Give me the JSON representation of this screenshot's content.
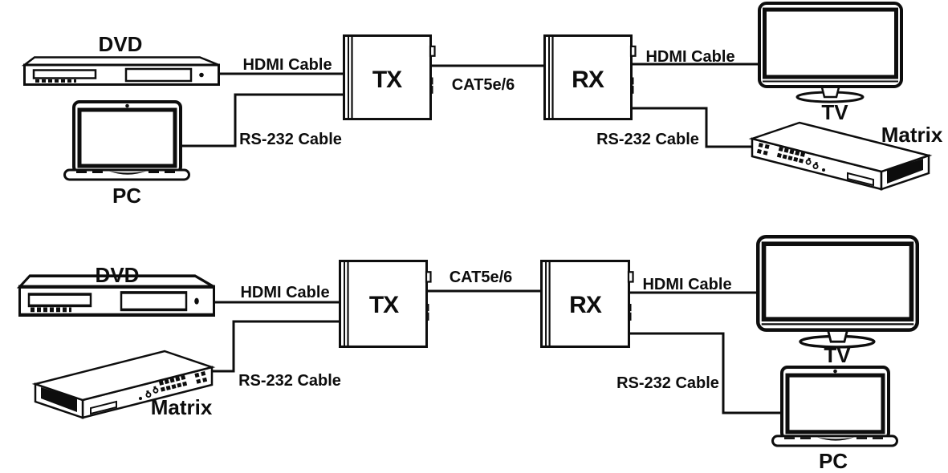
{
  "colors": {
    "ink": "#0d0d0d",
    "paper": "#ffffff"
  },
  "diagram_top": {
    "source": "DVD",
    "controller": "PC",
    "transmitter": "TX",
    "receiver": "RX",
    "cable_hdmi_in": "HDMI Cable",
    "cable_rs232_in": "RS-232 Cable",
    "cable_link": "CAT5e/6",
    "cable_hdmi_out": "HDMI Cable",
    "cable_rs232_out": "RS-232 Cable",
    "display": "TV",
    "endpoint": "Matrix"
  },
  "diagram_bottom": {
    "source": "DVD",
    "controller": "Matrix",
    "transmitter": "TX",
    "receiver": "RX",
    "cable_hdmi_in": "HDMI Cable",
    "cable_rs232_in": "RS-232 Cable",
    "cable_link": "CAT5e/6",
    "cable_hdmi_out": "HDMI Cable",
    "cable_rs232_out": "RS-232 Cable",
    "display": "TV",
    "endpoint": "PC"
  }
}
